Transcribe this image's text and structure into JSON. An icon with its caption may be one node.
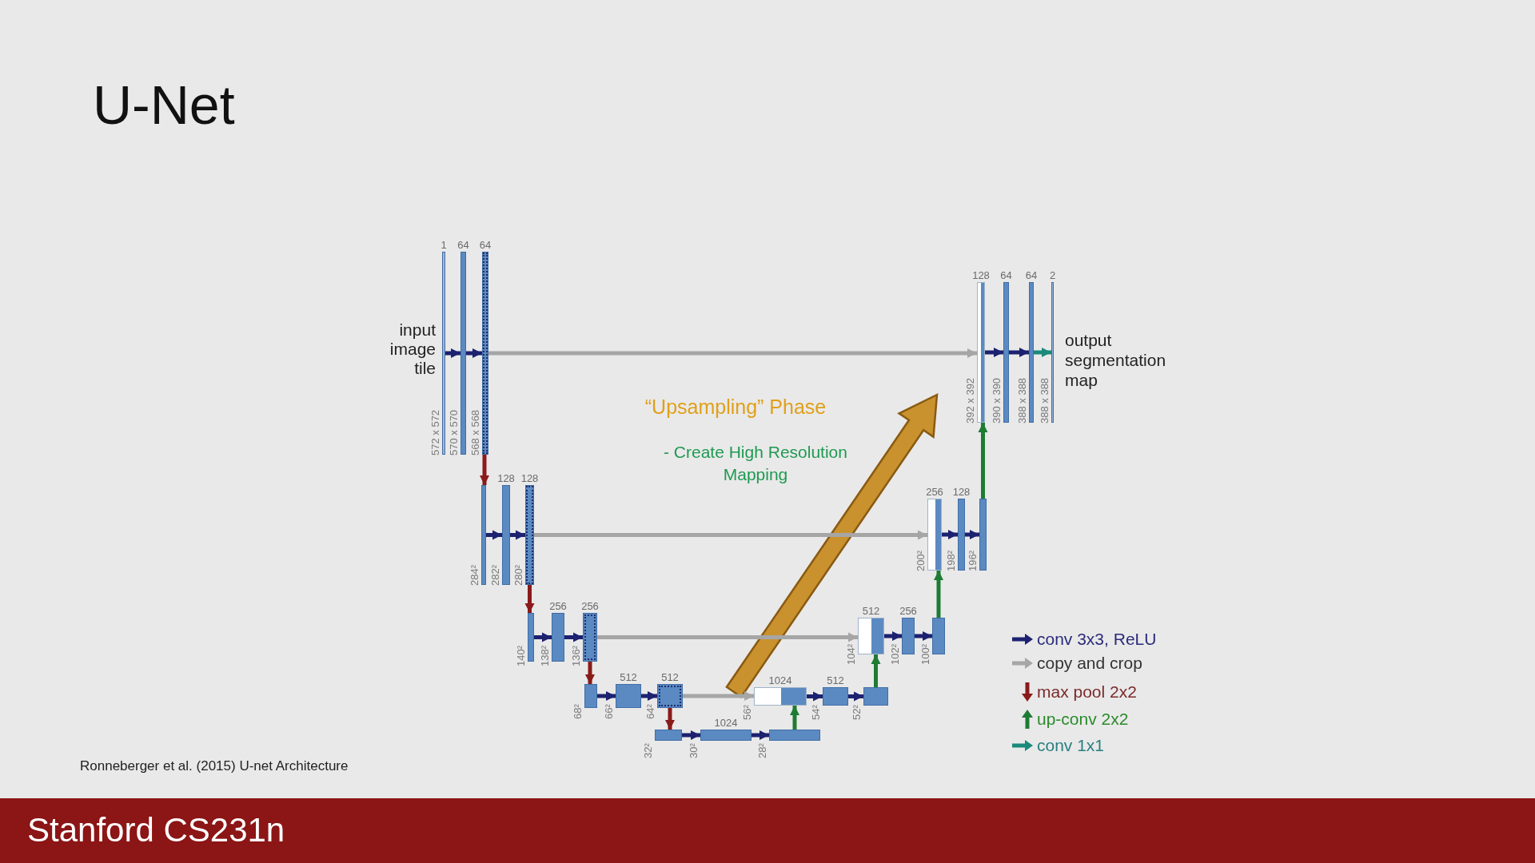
{
  "diagram": {
    "title": "U-Net",
    "nodes": [
      {
        "text": [
          "1"
        ],
        "beside": [
          "572 x 572"
        ]
      },
      {
        "text": [
          "64"
        ],
        "beside": [
          "570 x 570"
        ]
      },
      {
        "text": [
          "64"
        ],
        "beside": [
          "568 x 568"
        ]
      },
      {
        "text": [],
        "shape": "bar",
        "beside": [
          "284²"
        ]
      },
      {
        "text": [
          "128"
        ],
        "beside": [
          "282²"
        ]
      },
      {
        "text": [
          "128"
        ],
        "beside": [
          "280²"
        ]
      },
      {
        "text": [],
        "shape": "bar",
        "beside": [
          "140²"
        ]
      },
      {
        "text": [
          "256"
        ],
        "beside": [
          "138²"
        ]
      },
      {
        "text": [
          "256"
        ],
        "beside": [
          "136²"
        ]
      },
      {
        "text": [],
        "shape": "bar",
        "beside": [
          "68²"
        ]
      },
      {
        "text": [
          "512"
        ],
        "beside": [
          "66²"
        ]
      },
      {
        "text": [
          "512"
        ],
        "beside": [
          "64²"
        ]
      },
      {
        "text": [],
        "shape": "bar",
        "beside": [
          "32²"
        ]
      },
      {
        "text": [
          "1024"
        ],
        "beside": [
          "30²"
        ]
      },
      {
        "text": [],
        "shape": "bar",
        "beside": [
          "28²"
        ]
      },
      {
        "text": [
          "1024"
        ],
        "beside": [
          "56²"
        ]
      },
      {
        "text": [
          "512"
        ],
        "beside": [
          "54²"
        ]
      },
      {
        "text": [],
        "shape": "bar",
        "beside": [
          "52²"
        ]
      },
      {
        "text": [
          "512"
        ],
        "beside": [
          "104²"
        ]
      },
      {
        "text": [
          "256"
        ],
        "beside": [
          "102²"
        ]
      },
      {
        "text": [],
        "shape": "bar",
        "beside": [
          "100²"
        ]
      },
      {
        "text": [
          "256"
        ],
        "beside": [
          "200²"
        ]
      },
      {
        "text": [
          "128"
        ],
        "beside": [
          "198²"
        ]
      },
      {
        "text": [],
        "shape": "bar",
        "beside": [
          "196²"
        ]
      },
      {
        "text": [
          "128"
        ],
        "beside": [
          "392 x 392"
        ]
      },
      {
        "text": [
          "64"
        ],
        "beside": [
          "390 x 390"
        ]
      },
      {
        "text": [
          "64"
        ],
        "beside": [
          "388 x 388"
        ]
      },
      {
        "text": [
          "2"
        ],
        "beside": [
          "388 x 388"
        ]
      }
    ],
    "edges": [
      {
        "from": 0,
        "to": 1,
        "arrow": "to"
      },
      {
        "from": 1,
        "to": 2,
        "arrow": "to"
      },
      {
        "from": 3,
        "to": 4,
        "arrow": "to"
      },
      {
        "from": 4,
        "to": 5,
        "arrow": "to"
      },
      {
        "from": 6,
        "to": 7,
        "arrow": "to"
      },
      {
        "from": 7,
        "to": 8,
        "arrow": "to"
      },
      {
        "from": 9,
        "to": 10,
        "arrow": "to"
      },
      {
        "from": 10,
        "to": 11,
        "arrow": "to"
      },
      {
        "from": 12,
        "to": 13,
        "arrow": "to"
      },
      {
        "from": 13,
        "to": 14,
        "arrow": "to"
      },
      {
        "from": 15,
        "to": 16,
        "arrow": "to"
      },
      {
        "from": 16,
        "to": 17,
        "arrow": "to"
      },
      {
        "from": 18,
        "to": 19,
        "arrow": "to"
      },
      {
        "from": 19,
        "to": 20,
        "arrow": "to"
      },
      {
        "from": 21,
        "to": 22,
        "arrow": "to"
      },
      {
        "from": 22,
        "to": 23,
        "arrow": "to"
      },
      {
        "from": 24,
        "to": 25,
        "arrow": "to"
      },
      {
        "from": 25,
        "to": 26,
        "arrow": "to"
      },
      {
        "from": 2,
        "to": 3,
        "arrow": "to",
        "color": "#8b1a1a"
      },
      {
        "from": 5,
        "to": 6,
        "arrow": "to",
        "color": "#8b1a1a"
      },
      {
        "from": 8,
        "to": 9,
        "arrow": "to",
        "color": "#8b1a1a"
      },
      {
        "from": 11,
        "to": 12,
        "arrow": "to",
        "color": "#8b1a1a"
      },
      {
        "from": 14,
        "to": 15,
        "arrow": "to",
        "color": "#1e7b34"
      },
      {
        "from": 17,
        "to": 18,
        "arrow": "to",
        "color": "#1e7b34"
      },
      {
        "from": 20,
        "to": 21,
        "arrow": "to",
        "color": "#1e7b34"
      },
      {
        "from": 23,
        "to": 24,
        "arrow": "to",
        "color": "#1e7b34"
      },
      {
        "from": 2,
        "to": 24,
        "arrow": "to",
        "color": "#a6a6a6"
      },
      {
        "from": 5,
        "to": 21,
        "arrow": "to",
        "color": "#a6a6a6"
      },
      {
        "from": 8,
        "to": 18,
        "arrow": "to",
        "color": "#a6a6a6"
      },
      {
        "from": 11,
        "to": 15,
        "arrow": "to",
        "color": "#a6a6a6"
      },
      {
        "from": 26,
        "to": 27,
        "arrow": "to",
        "color": "#1b8a7a"
      }
    ],
    "labels": [
      "input image tile",
      "output segmentation map",
      "“Upsampling” Phase",
      "- Create High Resolution Mapping",
      "Ronneberger et al. (2015) U-net Architecture",
      "Stanford CS231n"
    ],
    "legend": [
      {
        "text": "conv 3x3, ReLU"
      },
      {
        "text": "copy and crop"
      },
      {
        "text": "max pool 2x2"
      },
      {
        "text": "up-conv 2x2"
      },
      {
        "text": "conv 1x1"
      }
    ]
  }
}
